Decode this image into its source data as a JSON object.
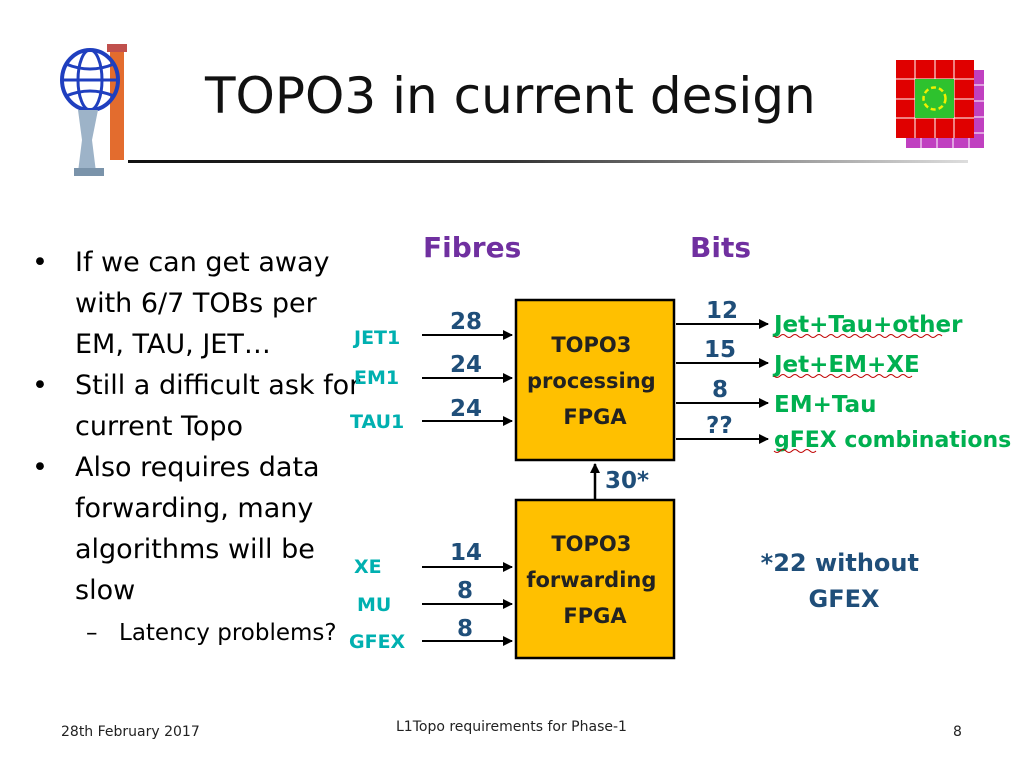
{
  "title": "TOPO3 in current design",
  "bullets": [
    {
      "text": "If we can get away with 6/7 TOBs per EM, TAU, JET…"
    },
    {
      "text": "Still a difficult ask for current Topo"
    },
    {
      "text": "Also requires data forwarding, many algorithms will be slow"
    }
  ],
  "sub_bullet": "Latency problems?",
  "bullet_symbol": "•",
  "dash_symbol": "–",
  "diagram": {
    "fibres_header": "Fibres",
    "bits_header": "Bits",
    "processing_box": [
      "TOPO3",
      "processing",
      "FPGA"
    ],
    "forwarding_box": [
      "TOPO3",
      "forwarding",
      "FPGA"
    ],
    "inputs_processing": [
      {
        "label": "JET1",
        "fibres": "28"
      },
      {
        "label": "EM1",
        "fibres": "24"
      },
      {
        "label": "TAU1",
        "fibres": "24"
      }
    ],
    "inputs_forwarding": [
      {
        "label": "XE",
        "fibres": "14"
      },
      {
        "label": "MU",
        "fibres": "8"
      },
      {
        "label": "GFEX",
        "fibres": "8"
      }
    ],
    "link_count": "30*",
    "outputs": [
      {
        "bits": "12",
        "label": "Jet+Tau+other"
      },
      {
        "bits": "15",
        "label": "Jet+EM+XE"
      },
      {
        "bits": "8",
        "label": "EM+Tau"
      },
      {
        "bits": "??",
        "label": "gFEX combinations"
      }
    ],
    "note": [
      "*22 without",
      "GFEX"
    ],
    "colors": {
      "box_fill": "#FFC000",
      "header_purple": "#7030A0",
      "input_teal": "#00B0B0",
      "output_green": "#00B050",
      "number_blue": "#1F4E79"
    }
  },
  "footer": {
    "date": "28th February 2017",
    "center": "L1Topo requirements for Phase-1",
    "page": "8"
  }
}
